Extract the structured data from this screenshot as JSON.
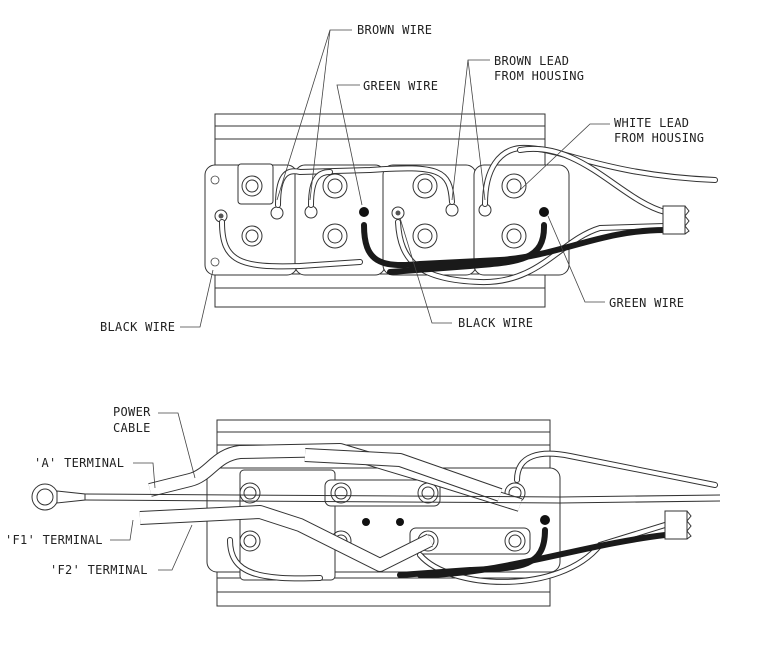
{
  "title": "Winch solenoid wiring diagram",
  "top_view": {
    "labels": {
      "brown_wire": "BROWN WIRE",
      "green_wire_top": "GREEN WIRE",
      "brown_lead_1": "BROWN LEAD",
      "brown_lead_2": "FROM HOUSING",
      "white_lead_1": "WHITE LEAD",
      "white_lead_2": "FROM HOUSING",
      "green_wire_right": "GREEN WIRE",
      "black_wire_left": "BLACK WIRE",
      "black_wire_mid": "BLACK WIRE"
    }
  },
  "bottom_view": {
    "labels": {
      "power_cable_1": "POWER",
      "power_cable_2": "CABLE",
      "a_terminal": "'A' TERMINAL",
      "f1_terminal": "'F1' TERMINAL",
      "f2_terminal": "'F2' TERMINAL"
    }
  },
  "colors": {
    "line": "#333333",
    "black_wire": "#1a1a1a",
    "background": "#ffffff"
  }
}
